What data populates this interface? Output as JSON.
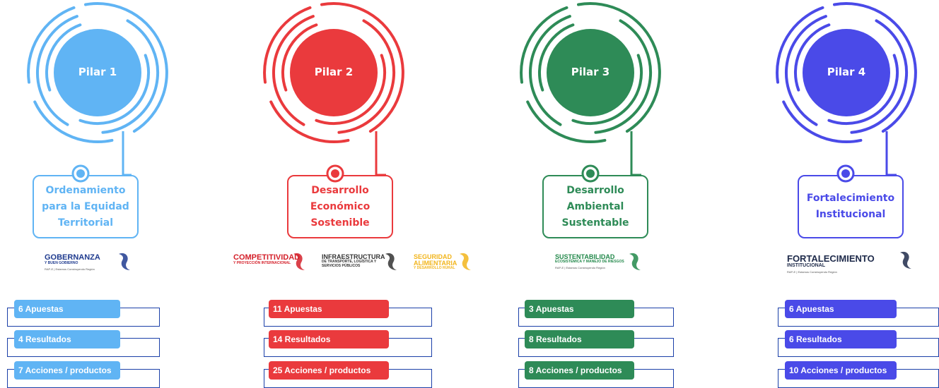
{
  "pillars": [
    {
      "pilar_label": "Pilar 1",
      "color": "#60b4f4",
      "title": "Ordenamiento\npara la Equidad\nTerritorial",
      "logos": [
        {
          "name": "GOBERNANZA",
          "sub": "Y BUEN GOBIERNO",
          "tag": "RAP-E | Estamos Construyendo Región",
          "color": "#1f3b8f",
          "icon": "gobernanza-logo"
        }
      ],
      "stats": [
        "6 Apuestas",
        "4 Resultados",
        "7 Acciones / productos"
      ]
    },
    {
      "pilar_label": "Pilar 2",
      "color": "#ea3a3d",
      "title": "Desarrollo\nEconómico\nSostenible",
      "logos": [
        {
          "name": "COMPETITIVIDAD",
          "sub": "Y PROYECCIÓN INTERNACIONAL",
          "tag": "",
          "color": "#d4202a",
          "icon": "competitividad-logo"
        },
        {
          "name": "INFRAESTRUCTURA",
          "sub": "DE TRANSPORTE, LOGÍSTICA Y SERVICIOS PÚBLICOS",
          "tag": "",
          "color": "#333333",
          "icon": "infraestructura-logo"
        },
        {
          "name": "SEGURIDAD\nALIMENTARIA",
          "sub": "Y DESARROLLO RURAL",
          "tag": "",
          "color": "#f2b51c",
          "icon": "seguridad-alimentaria-logo"
        }
      ],
      "stats": [
        "11 Apuestas",
        "14 Resultados",
        "25 Acciones / productos"
      ]
    },
    {
      "pilar_label": "Pilar 3",
      "color": "#2e8b57",
      "title": "Desarrollo\nAmbiental\nSustentable",
      "logos": [
        {
          "name": "SUSTENTABILIDAD",
          "sub": "ECOSISTÉMICA Y MANEJO DE RIESGOS",
          "tag": "RAP-E | Estamos Construyendo Región",
          "color": "#22884a",
          "icon": "sustentabilidad-logo"
        }
      ],
      "stats": [
        "3 Apuestas",
        "8 Resultados",
        "8 Acciones / productos"
      ]
    },
    {
      "pilar_label": "Pilar 4",
      "color": "#4a4ae8",
      "title": "Fortalecimiento\nInstitucional",
      "logos": [
        {
          "name": "FORTALECIMIENTO",
          "sub": "INSTITUCIONAL",
          "tag": "RAP-E | Estamos Construyendo Región",
          "color": "#1e2a4a",
          "icon": "fortalecimiento-logo"
        }
      ],
      "stats": [
        "6 Apuestas",
        "6 Resultados",
        "10 Acciones / productos"
      ]
    }
  ]
}
